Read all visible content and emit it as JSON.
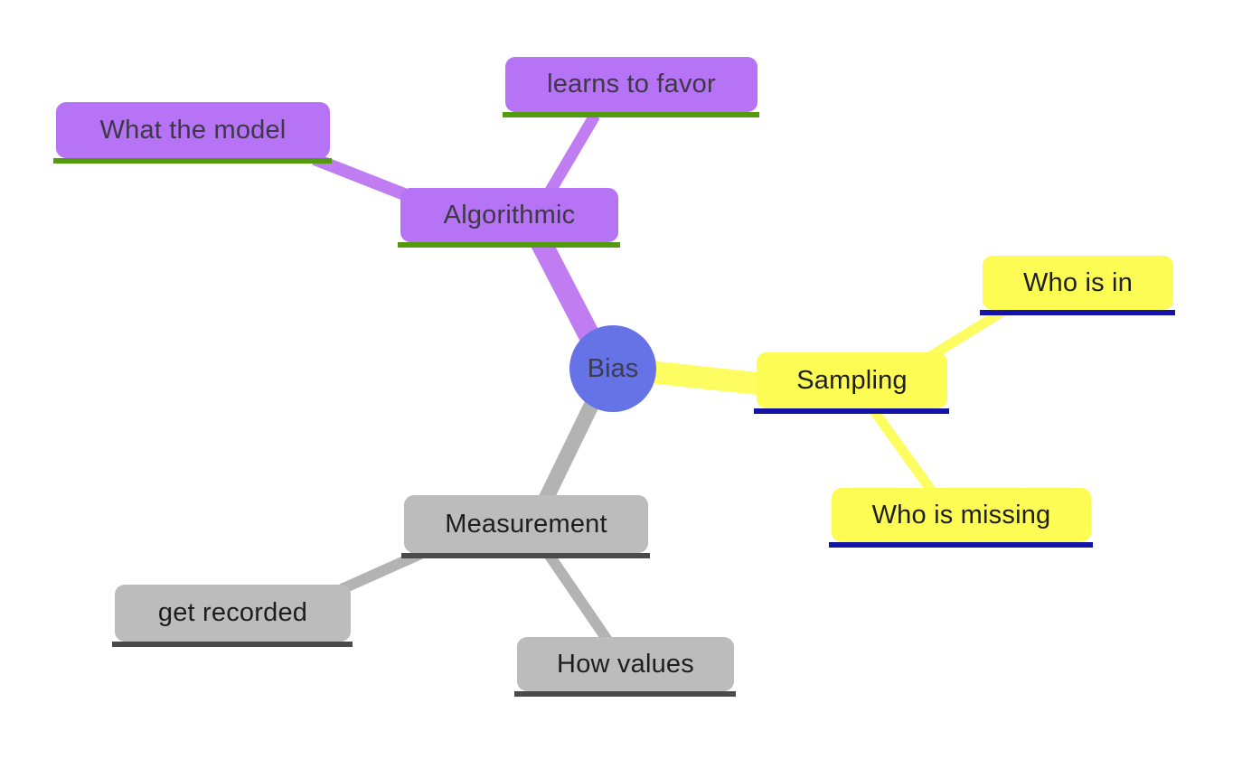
{
  "canvas": {
    "background": "#ffffff"
  },
  "center": {
    "label": "Bias",
    "shape": "circle",
    "fill": "#6673e6",
    "text_color": "#3d3b4e"
  },
  "branches": [
    {
      "label": "Algorithmic",
      "fill": "#b773f6",
      "line_color": "#c07df2",
      "underline_color": "#539a0e",
      "text_color": "#3d3846",
      "children": [
        {
          "label": "What the model"
        },
        {
          "label": "learns to favor"
        }
      ]
    },
    {
      "label": "Sampling",
      "fill": "#fcfc55",
      "line_color": "#fdfd62",
      "underline_color": "#1513a6",
      "text_color": "#1e1e1e",
      "children": [
        {
          "label": "Who is in"
        },
        {
          "label": "Who is missing"
        }
      ]
    },
    {
      "label": "Measurement",
      "fill": "#bcbcbc",
      "line_color": "#b3b3b3",
      "underline_color": "#4a4a4a",
      "text_color": "#1e1e1e",
      "children": [
        {
          "label": "get recorded"
        },
        {
          "label": "How values"
        }
      ]
    }
  ]
}
